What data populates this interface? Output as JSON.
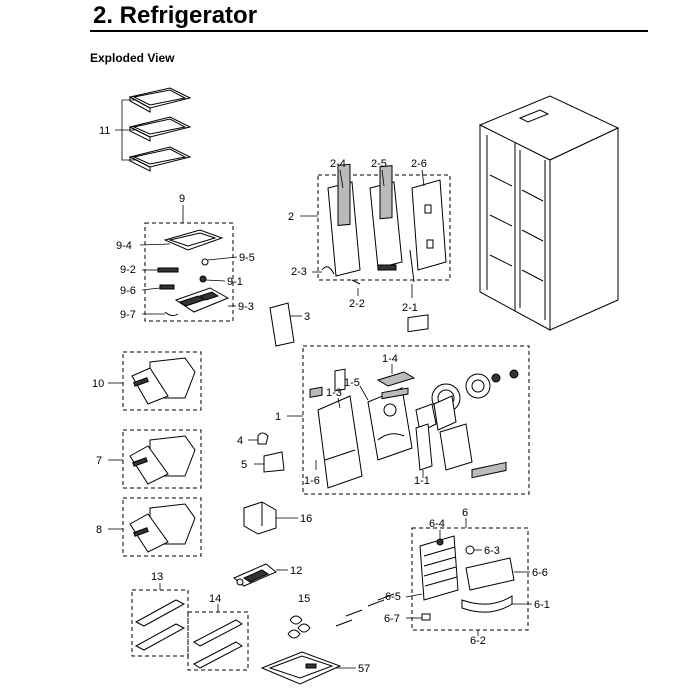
{
  "header": {
    "title": "2.  Refrigerator",
    "subtitle": "Exploded View"
  },
  "callouts": {
    "c11": "11",
    "c9": "9",
    "c9_4": "9-4",
    "c9_5": "9-5",
    "c9_2": "9-2",
    "c9_1": "9-1",
    "c9_6": "9-6",
    "c9_7": "9-7",
    "c9_3": "9-3",
    "c2": "2",
    "c2_4": "2-4",
    "c2_5": "2-5",
    "c2_6": "2-6",
    "c2_3": "2-3",
    "c2_2": "2-2",
    "c2_1": "2-1",
    "c3": "3",
    "c10": "10",
    "c7": "7",
    "c8": "8",
    "c1": "1",
    "c1_3": "1-3",
    "c1_4": "1-4",
    "c1_5": "1-5",
    "c1_6": "1-6",
    "c1_1": "1-1",
    "c4": "4",
    "c5": "5",
    "c16": "16",
    "c12": "12",
    "c6": "6",
    "c6_4": "6-4",
    "c6_3": "6-3",
    "c6_6": "6-6",
    "c6_5": "6-5",
    "c6_1": "6-1",
    "c6_7": "6-7",
    "c6_2": "6-2",
    "c13": "13",
    "c14": "14",
    "c15": "15",
    "c57": "57"
  }
}
